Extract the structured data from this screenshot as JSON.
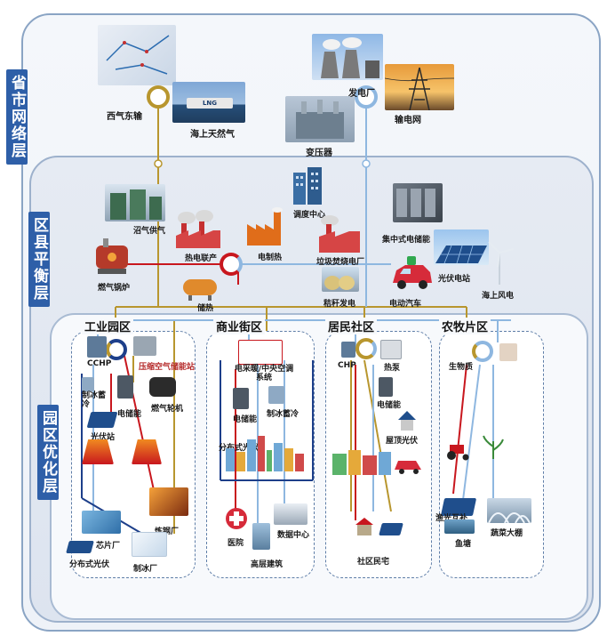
{
  "layers": {
    "province": "省市网络层",
    "district": "区县平衡层",
    "park": "园区优化层"
  },
  "province_items": {
    "west_east_gas": "西气东输",
    "lng": "海上天然气",
    "lng_ship_text": "LNG",
    "power_plant": "发电厂",
    "transformer": "变压器",
    "grid": "输电网"
  },
  "district_items": {
    "dispatch": "调度中心",
    "biogas": "沼气供气",
    "chp_plant": "热电联产",
    "e_heat": "电制热",
    "waste_plant": "垃圾焚烧电厂",
    "storage_center": "集中式电储能",
    "pv_station": "光伏电站",
    "offshore_wind": "海上风电",
    "gas_boiler": "燃气锅炉",
    "heat_storage": "储热",
    "straw_power": "秸秆发电",
    "ev": "电动汽车"
  },
  "zones": {
    "industrial": {
      "title": "工业园区",
      "cchp": "CCHP",
      "caes": "压缩空气储能站",
      "ice_storage": "制冰蓄冷",
      "e_storage": "电储能",
      "gas_turbine": "燃气轮机",
      "pv": "光伏站",
      "chip": "芯片厂",
      "steel": "炼钢厂",
      "dist_pv": "分布式光伏",
      "ice_plant": "制冰厂"
    },
    "commercial": {
      "title": "商业街区",
      "ac_system": "电采暖/中央空调系统",
      "e_storage": "电储能",
      "ice_storage": "制冰蓄冷",
      "dist_pv": "分布式光伏",
      "hospital": "医院",
      "datacenter": "数据中心",
      "highrise": "高层建筑"
    },
    "residential": {
      "title": "居民社区",
      "chp": "CHP",
      "heat_pump": "热泵",
      "e_storage": "电储能",
      "roof_pv": "屋顶光伏",
      "homes": "社区民宅"
    },
    "farm": {
      "title": "农牧片区",
      "biomass": "生物质",
      "fish_pv": "渔光互补",
      "fishpond": "鱼塘",
      "greenhouse": "蔬菜大棚"
    }
  },
  "colors": {
    "gas_line": "#b8962e",
    "elec_line": "#8eb7e0",
    "heat_line": "#c8171e",
    "cool_line": "#1d3f8a",
    "layer_label": "#2e5fa8"
  }
}
